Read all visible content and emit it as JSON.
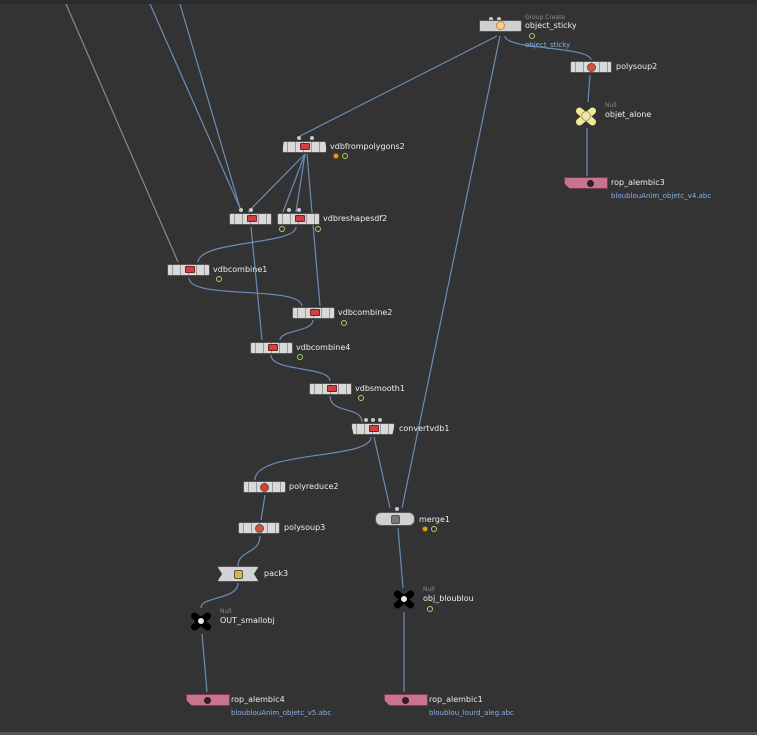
{
  "nodes": {
    "object_sticky": {
      "name": "object_sticky",
      "type": "Group Create",
      "path": "object_sticky"
    },
    "polysoup2": {
      "name": "polysoup2"
    },
    "objet_alone": {
      "name": "objet_alone",
      "type": "Null"
    },
    "rop_alembic3": {
      "name": "rop_alembic3",
      "path": "bloublouAnim_objetc_v4.abc"
    },
    "vdbfrompolygons2": {
      "name": "vdbfrompolygons2"
    },
    "vdbreshapesdf2": {
      "name": "vdbreshapesdf2"
    },
    "vdbcombine1": {
      "name": "vdbcombine1"
    },
    "vdbcombine2": {
      "name": "vdbcombine2"
    },
    "vdbcombine4": {
      "name": "vdbcombine4"
    },
    "vdbsmooth1": {
      "name": "vdbsmooth1"
    },
    "convertvdb1": {
      "name": "convertvdb1"
    },
    "polyreduce2": {
      "name": "polyreduce2"
    },
    "polysoup3": {
      "name": "polysoup3"
    },
    "merge1": {
      "name": "merge1"
    },
    "pack3": {
      "name": "pack3"
    },
    "OUT_smallobj": {
      "name": "OUT_smallobj",
      "type": "Null"
    },
    "obj_bloublou": {
      "name": "obj_bloublou",
      "type": "Null"
    },
    "rop_alembic4": {
      "name": "rop_alembic4",
      "path": "bloublouAnim_objetc_v5.abc"
    },
    "rop_alembic1": {
      "name": "rop_alembic1",
      "path": "bloublou_lourd_aleg.abc"
    }
  },
  "colors": {
    "background": "#333333",
    "wire": "#6b8cb8",
    "rop_node": "#c8748f",
    "null_yellow": "#f0e892",
    "path_text": "#86b0e3"
  }
}
